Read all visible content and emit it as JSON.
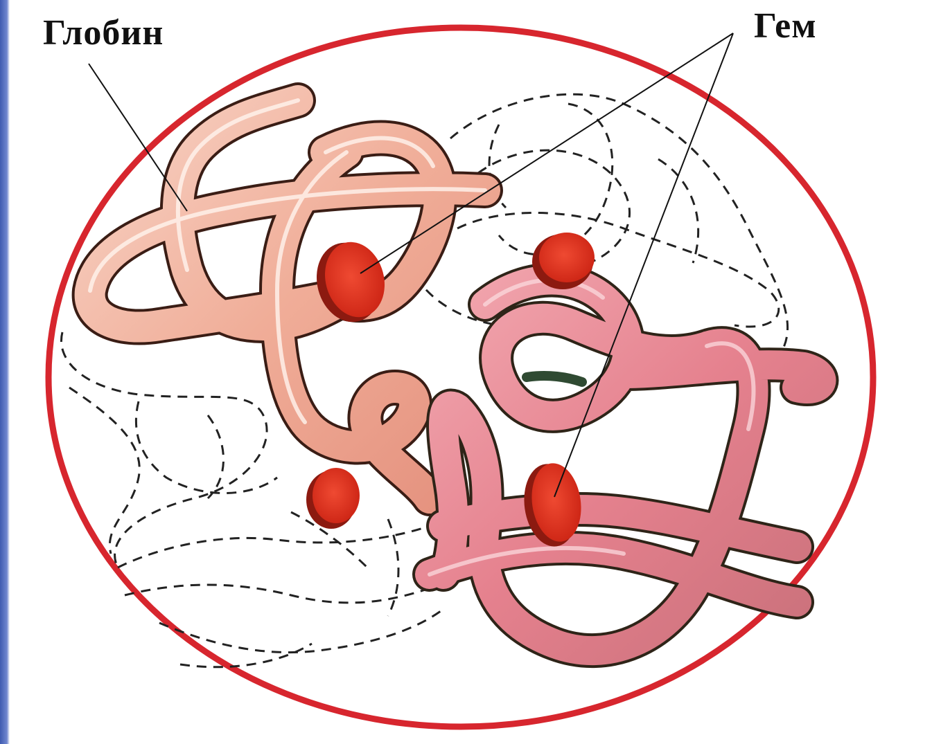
{
  "labels": {
    "globin": "Глобин",
    "heme": "Гем"
  },
  "colors": {
    "outline_circle": "#d7262e",
    "chain_light": "#f3b9a8",
    "chain_pink": "#e78f9a",
    "heme": "#e1301f",
    "heme_rim": "#a61c12",
    "dashed": "#222222"
  },
  "icons": [
    "globin-chain",
    "heme-disc"
  ]
}
